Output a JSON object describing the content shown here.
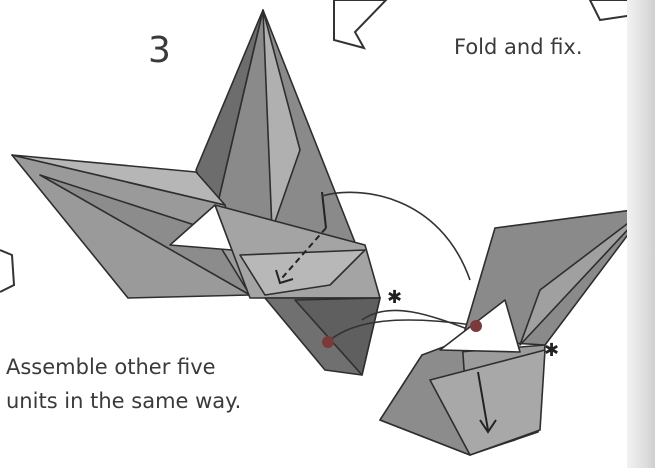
{
  "step": {
    "number": "3"
  },
  "captions": {
    "fold_note": "Fold and fix.",
    "assemble_lines": [
      "Assemble other five",
      "units in the same way."
    ]
  },
  "marks": {
    "asterisk": "✱"
  },
  "colors": {
    "paper_dark": "#7c7c7c",
    "paper_mid": "#9b9b9b",
    "paper_light": "#b9b9b9",
    "paper_white": "#ffffff",
    "line": "#333333",
    "dot": "#7a3a3a"
  },
  "icons": [
    "fold-arrow-icon",
    "asterisk-icon",
    "dot-marker-icon",
    "large-hollow-arrow-icon"
  ]
}
